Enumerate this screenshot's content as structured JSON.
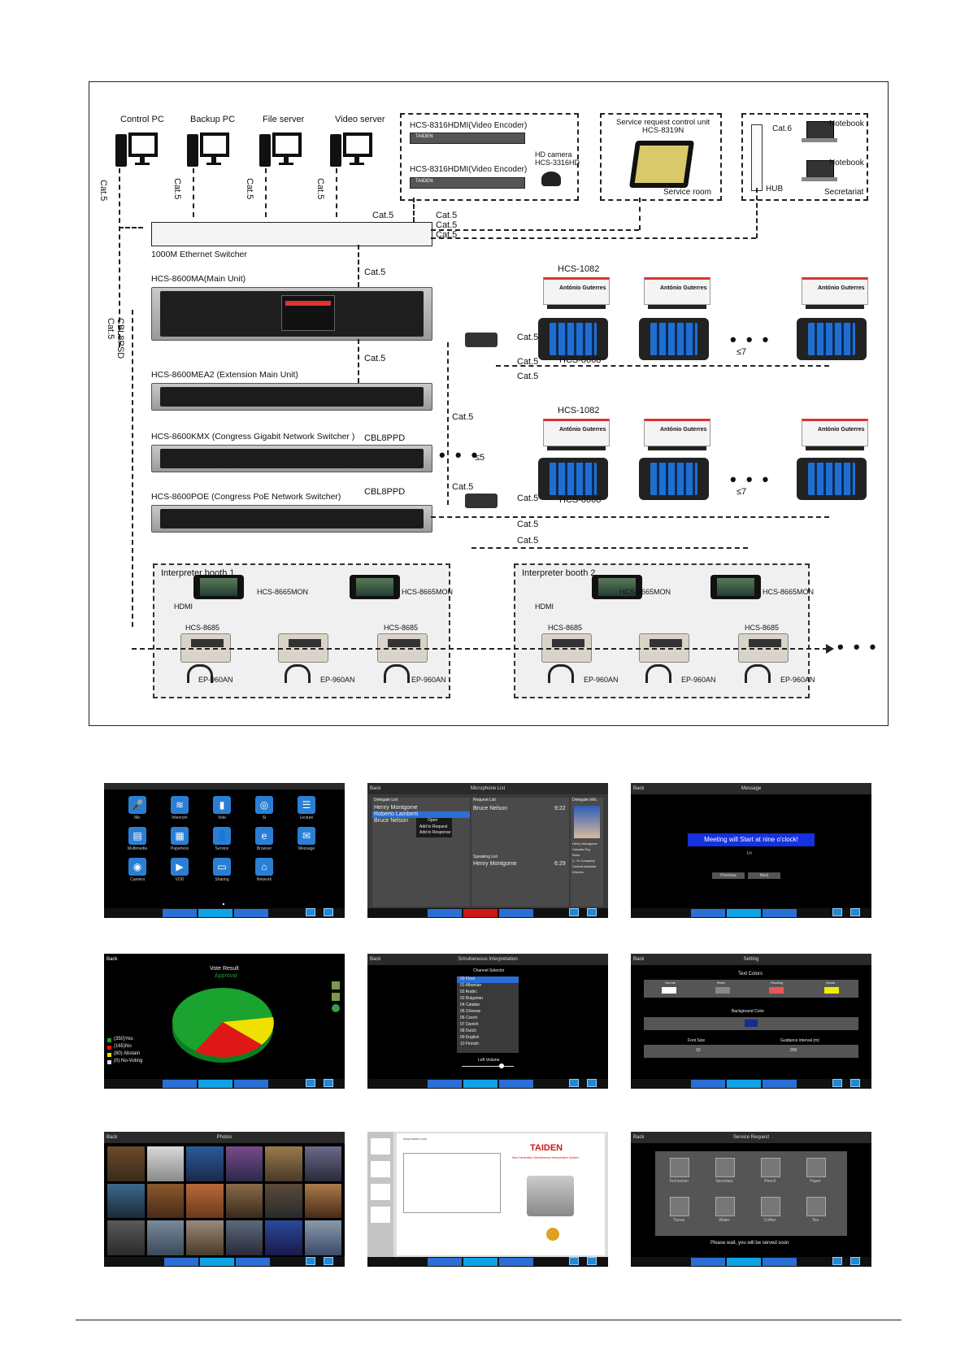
{
  "diagram": {
    "computers": [
      "Control PC",
      "Backup PC",
      "File server",
      "Video server"
    ],
    "cable_cat5": "Cat.5",
    "cable_cat6": "Cat.6",
    "switcher": "1000M Ethernet Switcher",
    "encoder_1": "HCS-8316HDMI(Video Encoder)",
    "encoder_2": "HCS-8316HDMI(Video Encoder)",
    "hd_camera": "HD camera",
    "hd_camera_model": "HCS-3316HD",
    "service_unit": "Service request control unit",
    "service_unit_model": "HCS-8319N",
    "service_room": "Service room",
    "notebook": "Notebook",
    "hub": "HUB",
    "secretariat": "Secretariat",
    "main_unit": "HCS-8600MA(Main Unit)",
    "extension_unit": "HCS-8600MEA2 (Extension Main Unit)",
    "kmx": "HCS-8600KMX (Congress Gigabit Network Switcher )",
    "poe": "HCS-8600POE (Congress PoE Network Switcher)",
    "cbl8psd": "CBL8PSD",
    "cbl8ppd": "CBL8PPD",
    "hcs1082": "HCS-1082",
    "hcs8668": "HCS-8668",
    "le7": "≤7",
    "le5": "≤5",
    "nameplate_name": "António Guterres",
    "booth_1": "Interpreter booth 1",
    "booth_2": "Interpreter booth 2",
    "monitor": "HCS-8665MON",
    "hdmi": "HDMI",
    "interpreter_unit": "HCS-8685",
    "headphone": "EP-960AN"
  },
  "screenshots": {
    "home": {
      "icons": [
        {
          "label": "Mic",
          "icon": "microphone-icon"
        },
        {
          "label": "Intercom",
          "icon": "intercom-icon"
        },
        {
          "label": "Vote",
          "icon": "vote-icon"
        },
        {
          "label": "SI",
          "icon": "interpretation-icon"
        },
        {
          "label": "Lecture",
          "icon": "lecture-icon"
        },
        {
          "label": "Multimedia",
          "icon": "multimedia-icon"
        },
        {
          "label": "Paperless",
          "icon": "paperless-icon"
        },
        {
          "label": "Service",
          "icon": "service-icon"
        },
        {
          "label": "Browser",
          "icon": "browser-icon"
        },
        {
          "label": "Message",
          "icon": "message-icon"
        },
        {
          "label": "Camera",
          "icon": "camera-icon"
        },
        {
          "label": "VOD",
          "icon": "vod-icon"
        },
        {
          "label": "Sharing",
          "icon": "sharing-icon"
        },
        {
          "label": "Network",
          "icon": "network-icon"
        }
      ]
    },
    "mic": {
      "title": "Microphone List",
      "back": "Back",
      "delegate_list": "Delegate List",
      "request_list": "Request List",
      "delegate_info": "Delegate info.",
      "speaking_list": "Speaking List",
      "delegates": [
        "Henry Montgome",
        "Roberto Lamberti",
        "Bruce Nelson"
      ],
      "request_name": "Bruce Nelson",
      "request_time": "9:22",
      "speaking_name": "Henry Montgome",
      "speaking_time": "6:29",
      "menu": [
        "Open",
        "Add to Request",
        "Add to Response"
      ],
      "info_lines": [
        "Henry Montgome",
        "Canada Org",
        "Rose",
        "X. Yu Company",
        "Central Administ",
        "Director"
      ]
    },
    "message": {
      "title": "Message",
      "back": "Back",
      "banner": "Meeting will Start at nine o'clock!",
      "counter": "1/4",
      "previous": "Previous",
      "next": "Next"
    },
    "vote": {
      "back": "Back",
      "title": "Vote Result",
      "result": "Approval",
      "legend": [
        {
          "label": "(350)Yes",
          "color": "#1aa32f"
        },
        {
          "label": "(165)No",
          "color": "#e01717"
        },
        {
          "label": "(80)  Abstain",
          "color": "#f0e000"
        },
        {
          "label": "(0)   No-Voting",
          "color": "#dddddd"
        }
      ]
    },
    "si": {
      "title": "Simultaneous Interpretation",
      "back": "Back",
      "selector": "Channel Selector",
      "channels": [
        "00 Floor",
        "01 Albanian",
        "02 Arabic",
        "03 Bulgarian",
        "04 Catalan",
        "05 Chinese",
        "06 Czech",
        "07 Danish",
        "08 Dutch",
        "09 English",
        "10 Finnish"
      ],
      "left_volume": "Left Volume"
    },
    "setting": {
      "title": "Setting",
      "back": "Back",
      "text_colors": "Text Colors",
      "swatches": [
        "Normal",
        "Read",
        "Reading",
        "Speak"
      ],
      "background_color": "Background Color",
      "font_size": "Font Size",
      "font_value": "10",
      "guidance": "Guidance interval (m)",
      "guidance_value": "200"
    },
    "photos": {
      "title": "Photos",
      "back": "Back"
    },
    "doc": {
      "brand": "TAIDEN",
      "subtitle": "New Generation Simultaneous Interpretation System",
      "url": "www.taiden.com"
    },
    "service": {
      "title": "Service Request",
      "back": "Back",
      "items": [
        "Technician",
        "Secretary",
        "Pencil",
        "Paper",
        "Tissue",
        "Water",
        "Coffee",
        "Tea"
      ],
      "wait": "Please wait, you will be served soon"
    }
  }
}
